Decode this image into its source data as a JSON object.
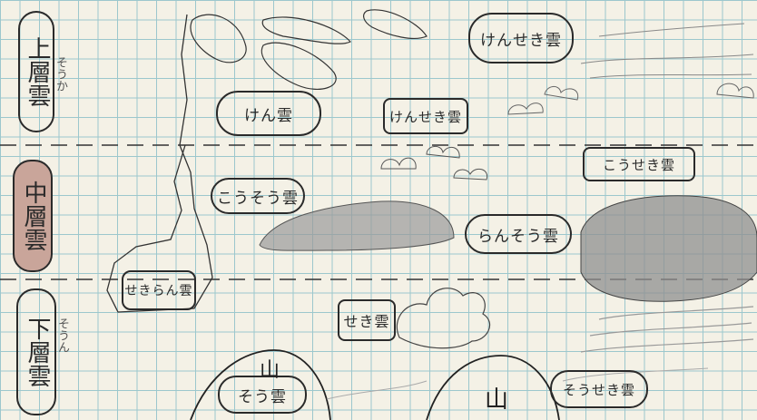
{
  "layers": {
    "upper": "上層雲",
    "middle": "中層雲",
    "lower": "下層雲"
  },
  "side_notes": {
    "upper": "そうか",
    "lower": "そうん"
  },
  "clouds": {
    "kensekiun": "けんせき雲",
    "kenun": "けん雲",
    "kensekiun2": "けんせき雲",
    "kousekiun": "こうせき雲",
    "kousouun": "こうそう雲",
    "ransouun": "らんそう雲",
    "sekiranun": "せきらん雲",
    "sekiun": "せき雲",
    "souun": "そう雲",
    "sousekiun": "そうせき雲"
  },
  "mountains": {
    "left": "山",
    "right": "山"
  }
}
